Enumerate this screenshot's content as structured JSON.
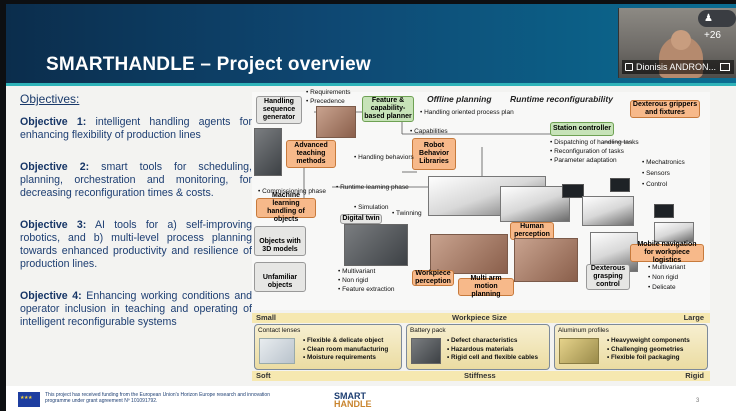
{
  "slide": {
    "title": "SMARTHANDLE – Project overview",
    "objectives_heading": "Objectives:",
    "objectives": [
      {
        "label": "Objective 1:",
        "text": "intelligent handling agents for enhancing flexibility of production lines"
      },
      {
        "label": "Objective 2:",
        "text": "smart tools for scheduling, planning, orchestration and monitoring, for decreasing reconfiguration times & costs."
      },
      {
        "label": "Objective 3:",
        "text": "AI tools for a) self-improving robotics, and b) multi-level process planning towards enhanced productivity and resilience of production lines."
      },
      {
        "label": "Objective 4:",
        "text": "Enhancing working conditions and operator inclusion in teaching and operating of intelligent reconfigurable systems"
      }
    ],
    "diagram": {
      "offline_planning": "Offline planning",
      "runtime_reconfig": "Runtime reconfigurability",
      "handling_seq": "Handling sequence generator",
      "req": "• Requirements",
      "prec": "• Precedence",
      "feature_planner": "Feature & capability-based planner",
      "handling_plan": "• Handling oriented process plan",
      "capabilities": "• Capabilities",
      "robot_libs": "Robot Behavior Libraries",
      "adv_teaching": "Advanced teaching methods",
      "handling_behaviors": "• Handling behaviors",
      "commissioning": "• Commissioning phase",
      "runtime_learning": "• Runtime learning phase",
      "ml_objects": "Machine learning handling of objects",
      "simulation": "• Simulation",
      "twinning": "• Twinning",
      "digital_twin": "Digital twin",
      "station_controller": "Station controller",
      "dispatching": "• Dispatching of handling tasks",
      "reconfig_tasks": "• Reconfiguration of tasks",
      "param_adapt": "• Parameter adaptation",
      "dexterous_grippers": "Dexterous grippers and fixtures",
      "mechatronics": "• Mechatronics",
      "sensors": "• Sensors",
      "control": "• Control",
      "objects_3d": "Objects with 3D models",
      "unfamiliar": "Unfamiliar objects",
      "multivariant": "• Multivariant",
      "non_rigid": "• Non rigid",
      "feature_extraction": "• Feature extraction",
      "workpiece_perception": "Workpiece perception",
      "human_perception": "Human perception",
      "multi_arm": "Multi arm motion planning",
      "dexterous_grasping": "Dexterous grasping control",
      "mobile_nav": "Mobile navigation for workpiece logistics",
      "multivariant2": "• Multivariant",
      "non_rigid2": "• Non rigid",
      "delicate": "• Delicate"
    },
    "scale": {
      "small": "Small",
      "workpiece_size": "Workpiece Size",
      "large": "Large",
      "soft": "Soft",
      "stiffness": "Stiffness",
      "rigid": "Rigid"
    },
    "cards": [
      {
        "title": "Contact lenses",
        "items": [
          "Flexible & delicate object",
          "Clean room manufacturing",
          "Moisture requirements"
        ]
      },
      {
        "title": "Battery pack",
        "items": [
          "Defect characteristics",
          "Hazardous materials",
          "Rigid cell and flexible cables"
        ]
      },
      {
        "title": "Aluminum profiles",
        "items": [
          "Heavyweight components",
          "Challenging geometries",
          "Flexible foil packaging"
        ]
      }
    ],
    "footer": {
      "funding": "This project has received funding from the European Union's Horizon Europe research and innovation programme under grant agreement Nº 101091792.",
      "logo_line1": "SMART",
      "logo_line2": "HANDLE",
      "page_number": "3"
    }
  },
  "meeting": {
    "participants_badge": "+26",
    "presenter_name": "Dionisis ANDRON..."
  }
}
